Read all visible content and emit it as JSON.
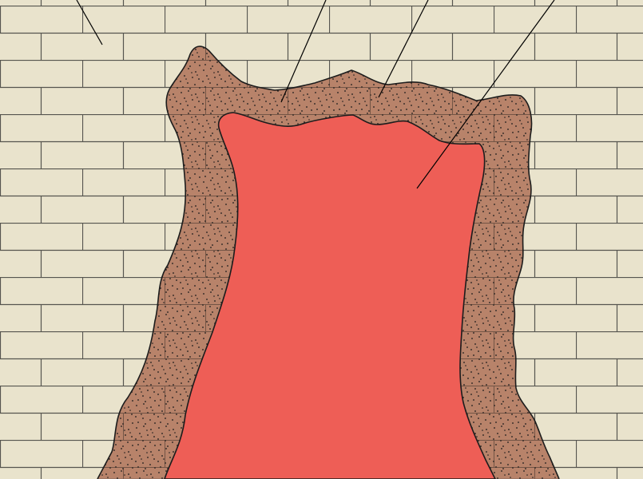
{
  "diagram": {
    "colors": {
      "brick_fill": "#e9e3cc",
      "mortar_line": "#56554f",
      "ground_fill": "#b8836a",
      "speckle": "#1a1a1a",
      "core_fill": "#ee5e56",
      "outline": "#1c1c1c",
      "leader_line": "#000000"
    },
    "layers": [
      {
        "id": "masonry",
        "description": ""
      },
      {
        "id": "outer-zone",
        "description": ""
      },
      {
        "id": "middle-zone",
        "description": ""
      },
      {
        "id": "core-zone",
        "description": ""
      }
    ]
  }
}
